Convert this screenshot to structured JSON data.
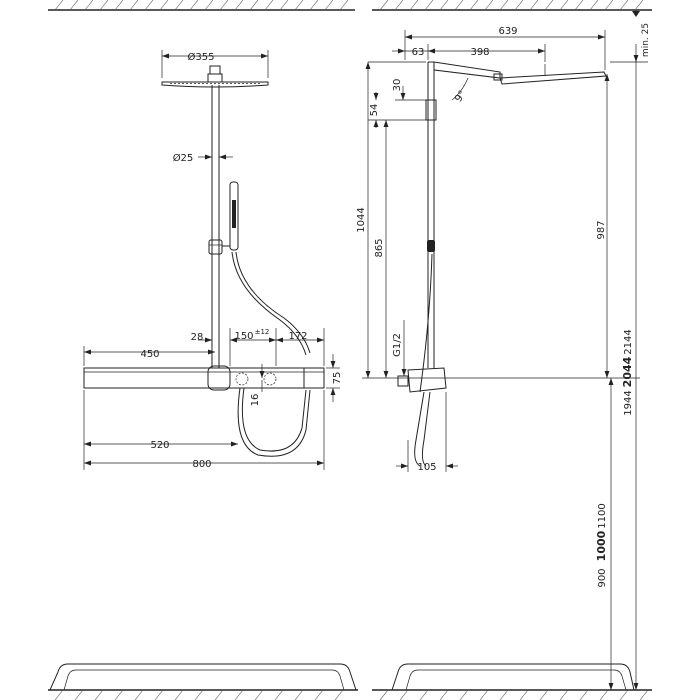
{
  "front_view": {
    "head_diameter": "Ø355",
    "pipe_diameter": "Ø25",
    "dim_28": "28",
    "dim_150": "150",
    "dim_150_tol": "±12",
    "dim_172": "172",
    "dim_450": "450",
    "dim_75": "75",
    "dim_16": "16",
    "dim_520": "520",
    "dim_800": "800"
  },
  "side_view": {
    "dim_639": "639",
    "dim_63": "63",
    "dim_398": "398",
    "dim_30": "30",
    "dim_54": "54",
    "angle": "9°",
    "dim_1044": "1044",
    "dim_865": "865",
    "thread": "G1/2",
    "dim_987": "987",
    "dim_105": "105",
    "dim_min25": "min. 25",
    "dim_2144": "2144",
    "dim_2044": "2044",
    "dim_1944": "1944",
    "dim_1100": "1100",
    "dim_1000": "1000",
    "dim_900": "900"
  }
}
